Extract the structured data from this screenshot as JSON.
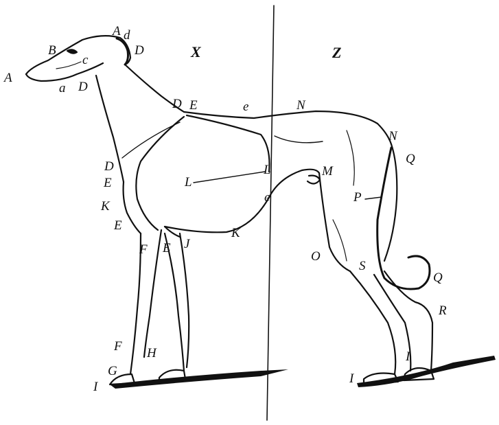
{
  "diagram": {
    "region_labels": {
      "left": "X",
      "right": "Z"
    },
    "point_labels": [
      "A",
      "B",
      "c",
      "A",
      "d",
      "D",
      "a",
      "D",
      "D",
      "E",
      "e",
      "N",
      "N",
      "Q",
      "L",
      "L",
      "M",
      "e",
      "P",
      "K",
      "D",
      "E",
      "K",
      "E",
      "F",
      "E",
      "J",
      "O",
      "S",
      "Q",
      "R",
      "F",
      "H",
      "G",
      "I",
      "I",
      "I"
    ]
  },
  "colors": {
    "ink": "#111111",
    "paper": "#ffffff"
  }
}
